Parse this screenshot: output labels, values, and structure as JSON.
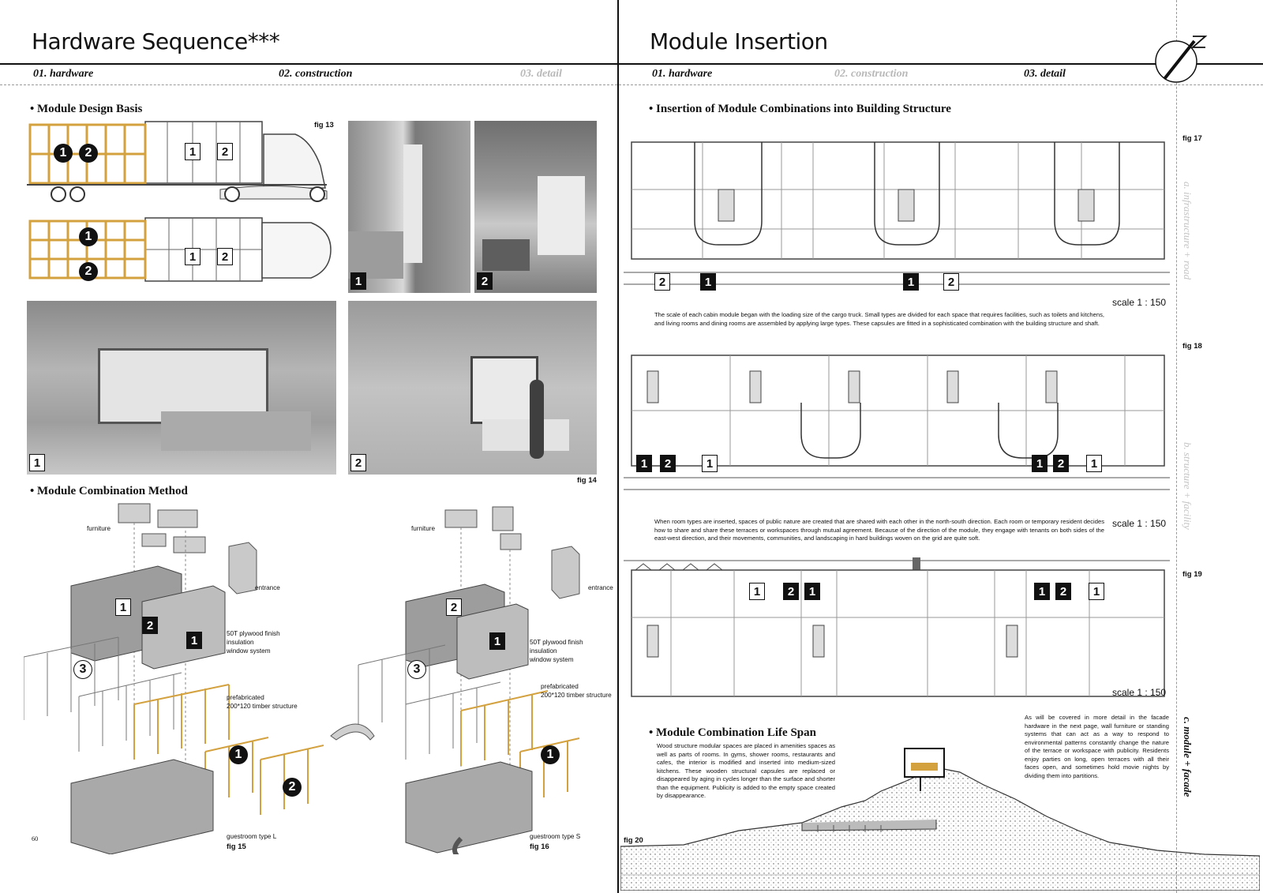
{
  "left_page": {
    "title": "Hardware Sequence***",
    "tabs": [
      {
        "label": "01. hardware"
      },
      {
        "label": "02. construction"
      },
      {
        "label": "03. detail"
      }
    ],
    "section_design": "Module Design Basis",
    "fig13": "fig 13",
    "fig14": "fig 14",
    "section_combination": "Module Combination Method",
    "fig15": "fig 15",
    "fig16": "fig 16",
    "page_number": "60",
    "annotations_l": {
      "furniture": "furniture",
      "entrance": "entrance",
      "finish_1": "50T plywood finish",
      "finish_2": "insulation",
      "finish_3": "window system",
      "structure_1": "prefabricated",
      "structure_2": "200*120 timber structure",
      "type": "guestroom type L"
    },
    "annotations_s": {
      "furniture": "furniture",
      "entrance": "entrance",
      "finish_1": "50T plywood finish",
      "finish_2": "insulation",
      "finish_3": "window system",
      "structure_1": "prefabricated",
      "structure_2": "200*120 timber structure",
      "type": "guestroom type S"
    },
    "badges": {
      "one": "1",
      "two": "2",
      "three": "3"
    }
  },
  "right_page": {
    "title": "Module Insertion",
    "tabs": [
      {
        "label": "01. hardware"
      },
      {
        "label": "02. construction"
      },
      {
        "label": "03. detail"
      }
    ],
    "section_insertion": "Insertion of Module Combinations into Building Structure",
    "fig17": "fig 17",
    "fig18": "fig 18",
    "fig19": "fig 19",
    "fig20": "fig 20",
    "scale": "scale 1 : 150",
    "para1": "The scale of each cabin module began with the loading size of the cargo truck. Small types are divided for each space that requires facilities, such as toilets and kitchens, and living rooms and dining rooms are assembled by applying large types. These capsules are fitted in a sophisticated combination with the building structure and shaft.",
    "para2": "When room types are inserted, spaces of public nature are created that are shared with each other in the north-south direction. Each room or temporary resident decides how to share and share these terraces or workspaces through mutual agreement. Because of the direction of the module, they engage with tenants on both sides of the east-west direction, and their movements, communities, and landscaping in hard buildings woven on the grid are quite soft.",
    "section_lifespan": "Module Combination Life Span",
    "para3": "Wood structure modular spaces are placed in amenities spaces as well as parts of rooms. In gyms, shower rooms, restaurants and cafes, the interior is modified and inserted into medium-sized kitchens. These wooden structural capsules are replaced or disappeared by aging in cycles longer than the surface and shorter than the equipment. Publicity is added to the empty space created by disappearance.",
    "para4": "As will be covered in more detail in the facade hardware in the next page, wall furniture or standing systems that can act as a way to respond to environmental patterns constantly change the nature of the terrace or workspace with publicity. Residents enjoy parties on long, open terraces with all their faces open, and sometimes hold movie nights by dividing them into partitions.",
    "side_a": "a. infrastructure + road",
    "side_b": "b. structure + facility",
    "side_c": "c. module + facade",
    "compass_label": "N"
  },
  "colors": {
    "timber": "#d3a13e",
    "ink": "#111111",
    "dim": "#b8b8b8"
  }
}
